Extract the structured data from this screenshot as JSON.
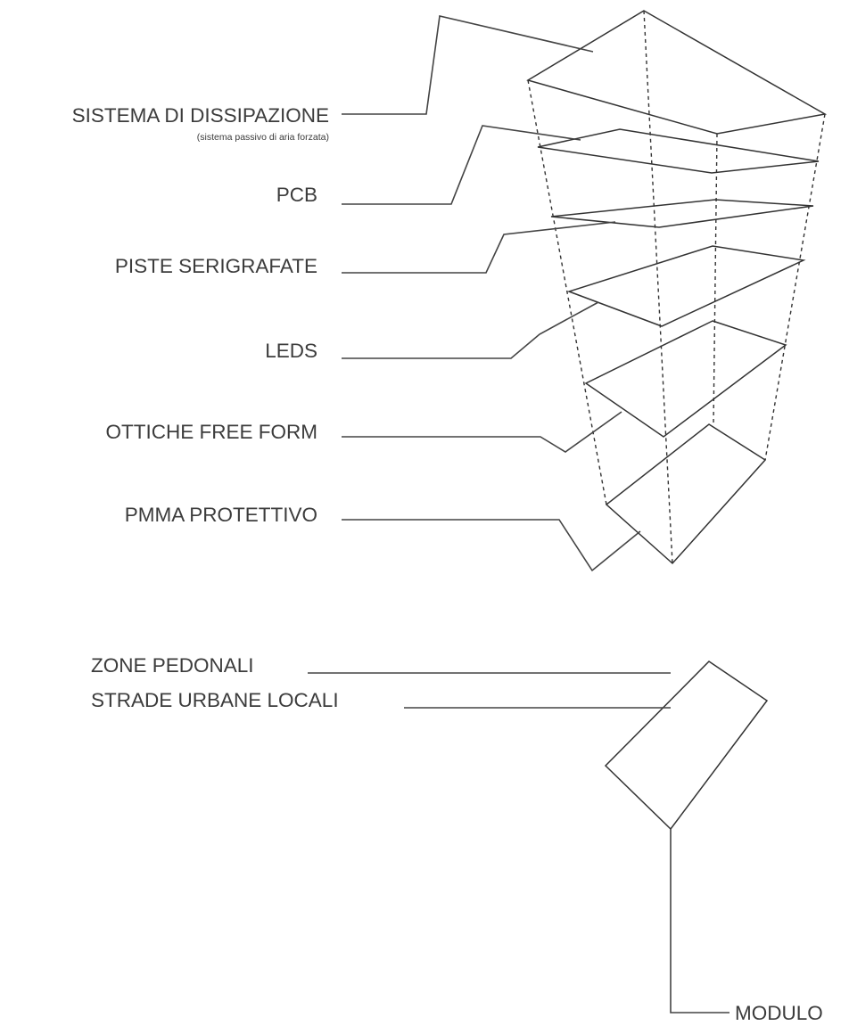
{
  "layers": [
    {
      "label": "SISTEMA DI DISSIPAZIONE",
      "sublabel": "(sistema passivo di aria forzata)",
      "color": "#7bb8dd"
    },
    {
      "label": "PCB",
      "color": "#9aa4cc"
    },
    {
      "label": "PISTE SERIGRAFATE",
      "color": "#a6cdea"
    },
    {
      "label": "LEDS",
      "color": "#c4bde2"
    },
    {
      "label": "OTTICHE FREE FORM",
      "color": "#d5b0dc"
    },
    {
      "label": "PMMA PROTETTIVO",
      "color": "#ddc9ec"
    }
  ],
  "module": {
    "labels": [
      "ZONE PEDONALI",
      "STRADE URBANE LOCALI",
      "MODULO"
    ],
    "color": "#808080"
  }
}
